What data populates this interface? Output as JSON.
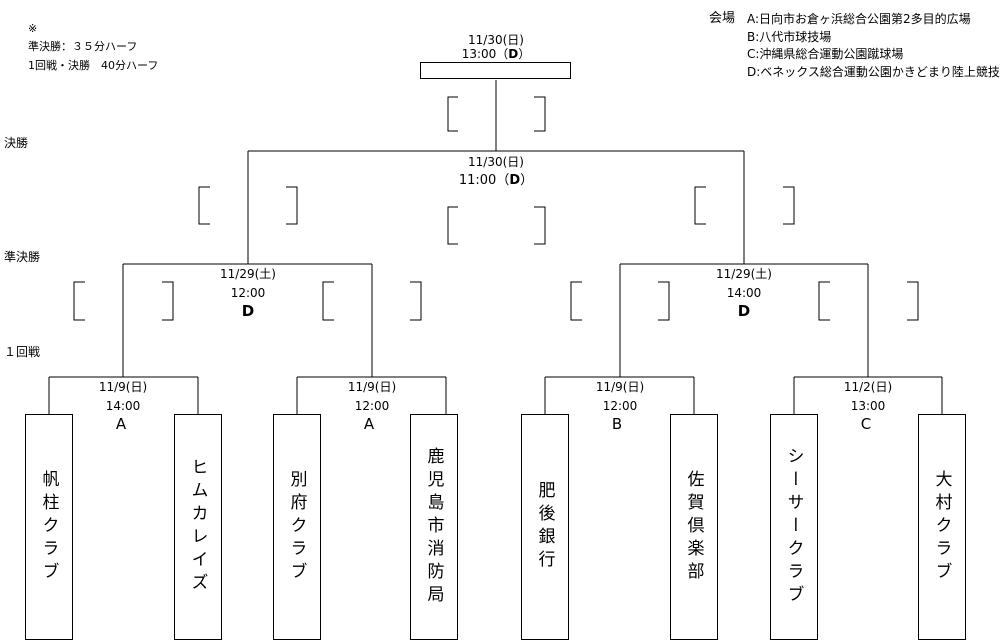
{
  "notes": {
    "mark": "※",
    "line1": "準決勝：３５分ハーフ",
    "line2": "1回戦・決勝　40分ハーフ"
  },
  "round_labels": {
    "final": "決勝",
    "semifinal": "準決勝",
    "first_round": "１回戦"
  },
  "venues": {
    "title": "会場",
    "items": [
      "A:日向市お倉ヶ浜総合公園第2多目的広場",
      "B:八代市球技場",
      "C:沖縄県総合運動公園蹴球場",
      "D:ベネックス総合運動公園かきどまり陸上競技場"
    ]
  },
  "matches": {
    "final": {
      "date": "11/30(日)",
      "time": "13:00（",
      "venue": "D",
      "close": "）"
    },
    "semi_top": {
      "date": "11/30(日)",
      "time": "11:00（",
      "venue": "D",
      "close": "）"
    },
    "qf_left": {
      "date": "11/29(土)",
      "time": "12:00",
      "venue": "D"
    },
    "qf_right": {
      "date": "11/29(土)",
      "time": "14:00",
      "venue": "D"
    },
    "r1_1": {
      "date": "11/9(日)",
      "time": "14:00",
      "venue": "A"
    },
    "r1_2": {
      "date": "11/9(日)",
      "time": "12:00",
      "venue": "A"
    },
    "r1_3": {
      "date": "11/9(日)",
      "time": "12:00",
      "venue": "B"
    },
    "r1_4": {
      "date": "11/2(日)",
      "time": "13:00",
      "venue": "C"
    }
  },
  "teams": [
    "帆柱クラブ",
    "ヒムカレイズ",
    "別府クラブ",
    "鹿児島市消防局",
    "肥後銀行",
    "佐賀倶楽部",
    "シーサークラブ",
    "大村クラブ"
  ]
}
